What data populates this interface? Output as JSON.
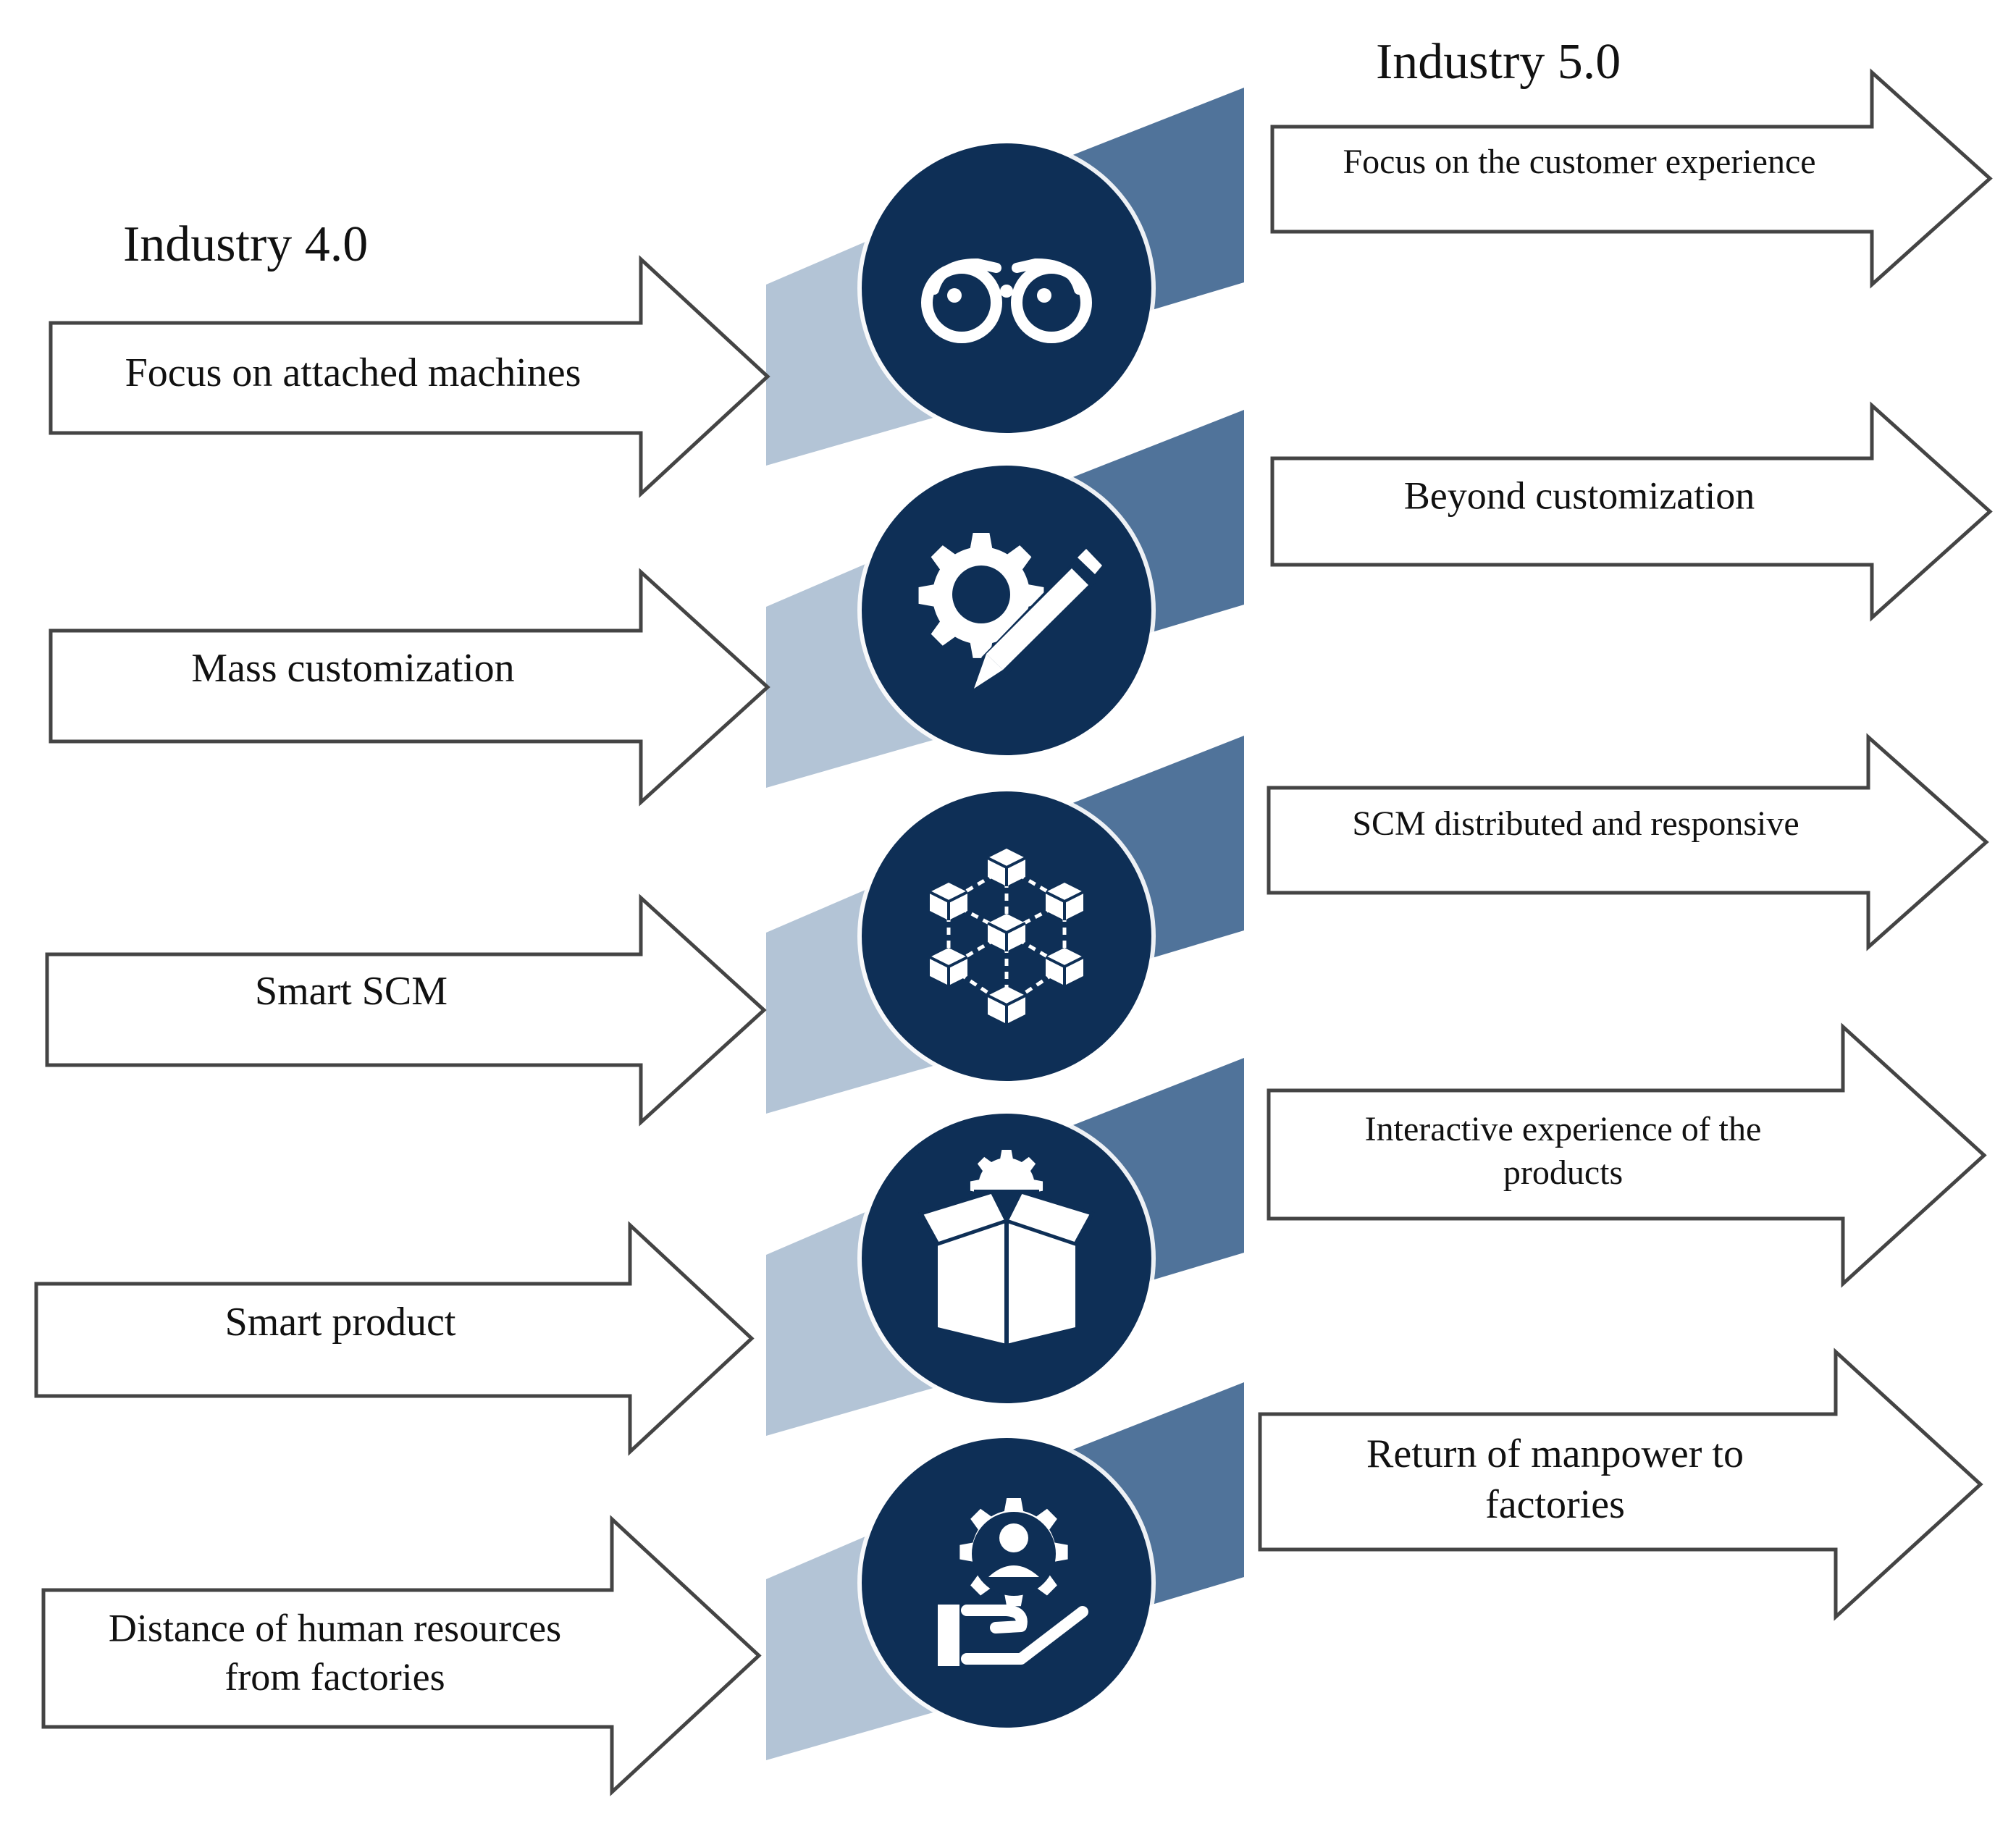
{
  "left_title": "Industry 4.0",
  "right_title": "Industry 5.0",
  "colors": {
    "circle": "#0e2f56",
    "band_light": "#b3c4d6",
    "band_dark": "#50739a",
    "icon": "#ffffff",
    "arrow_stroke": "#444444"
  },
  "rows": [
    {
      "icon": "binoculars-icon",
      "left": [
        "Focus on attached machines"
      ],
      "right": [
        "Focus on the customer experience"
      ]
    },
    {
      "icon": "gear-pencil-icon",
      "left": [
        "Mass customization"
      ],
      "right": [
        "Beyond customization"
      ]
    },
    {
      "icon": "network-cubes-icon",
      "left": [
        "Smart SCM"
      ],
      "right": [
        "SCM distributed and responsive"
      ]
    },
    {
      "icon": "box-gear-icon",
      "left": [
        "Smart product"
      ],
      "right": [
        "Interactive experience of the",
        "products"
      ]
    },
    {
      "icon": "hand-person-gear-icon",
      "left": [
        "Distance of human resources",
        "from factories"
      ],
      "right": [
        "Return of manpower to",
        "factories"
      ]
    }
  ]
}
